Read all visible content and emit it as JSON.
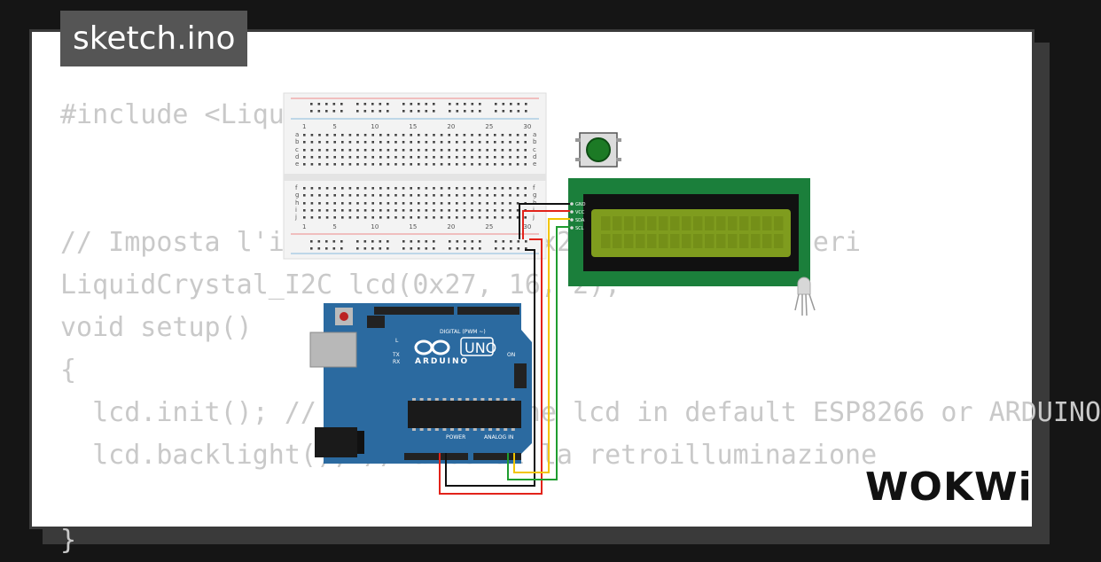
{
  "tab": {
    "title": "sketch.ino"
  },
  "code": {
    "lines": [
      "#include <LiquidCrystal_I2C.h>",
      "",
      "",
      "// Imposta l'indirizzo LCD a 0x27 per 16 caratteri",
      "LiquidCrystal_I2C lcd(0x27, 16, 2);",
      "void setup()",
      "{",
      "  lcd.init(); // initialize the lcd in default ESP8266 or ARDUINO",
      "  lcd.backlight(); // accendi la retroilluminazione",
      "",
      "}"
    ]
  },
  "brand": {
    "logo": "WOKWi"
  },
  "arduino": {
    "brand": "ARDUINO",
    "model": "UNO",
    "digital_label": "DIGITAL (PWM ~)",
    "power_label": "POWER",
    "analog_label": "ANALOG IN",
    "on_label": "ON",
    "l_label": "L",
    "tx_label": "TX",
    "rx_label": "RX"
  },
  "lcd": {
    "pins": [
      "GND",
      "VCC",
      "SDA",
      "SCL"
    ]
  },
  "breadboard": {
    "column_labels": [
      "1",
      "5",
      "10",
      "15",
      "20",
      "25",
      "30"
    ],
    "row_labels_top": [
      "a",
      "b",
      "c",
      "d",
      "e"
    ],
    "row_labels_bottom": [
      "f",
      "g",
      "h",
      "i",
      "j"
    ]
  },
  "colors": {
    "card": "#ffffff",
    "frame": "#3a3a3a",
    "arduino": "#2b6aa0",
    "lcd_pcb": "#1b7f3b",
    "lcd_screen": "#7f9c1e",
    "button": "#1c7a25",
    "wire_red": "#e2231a",
    "wire_black": "#111111",
    "wire_yellow": "#f2c500",
    "wire_green": "#1f9d2f"
  }
}
